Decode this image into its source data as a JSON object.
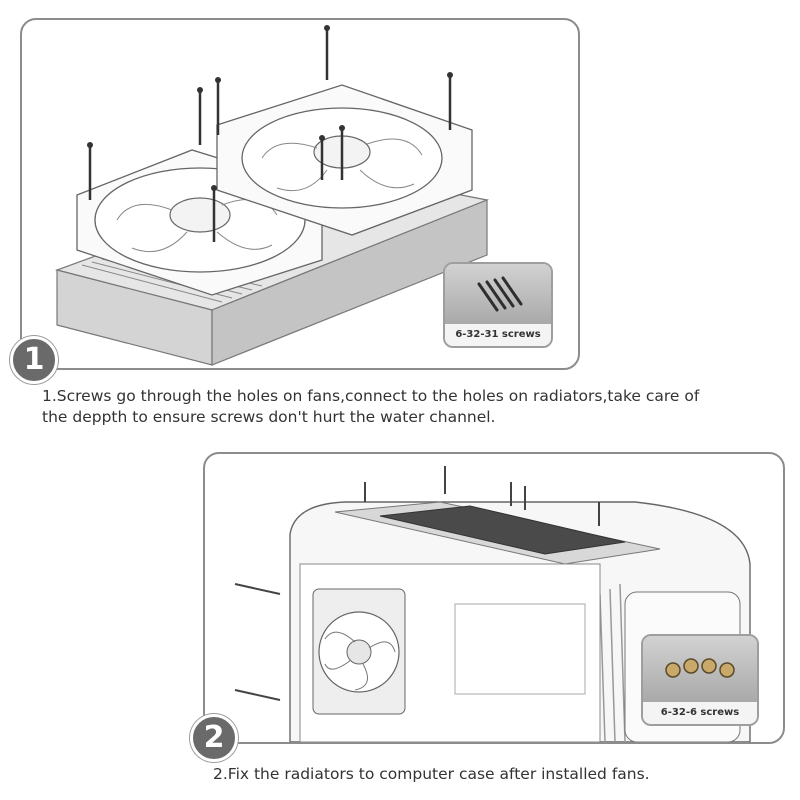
{
  "step1": {
    "number": "1",
    "screw_label": "6-32-31 screws",
    "caption_line1": "1.Screws go through the holes on fans,connect to the holes on radiators,take care of",
    "caption_line2": "the deppth to ensure screws don't hurt the water channel."
  },
  "step2": {
    "number": "2",
    "screw_label": "6-32-6 screws",
    "caption": "2.Fix the radiators to computer case after installed fans."
  },
  "colors": {
    "panel_border": "#8c8c8c",
    "badge_fill": "#6a6a6a",
    "caption_text": "#333333"
  }
}
